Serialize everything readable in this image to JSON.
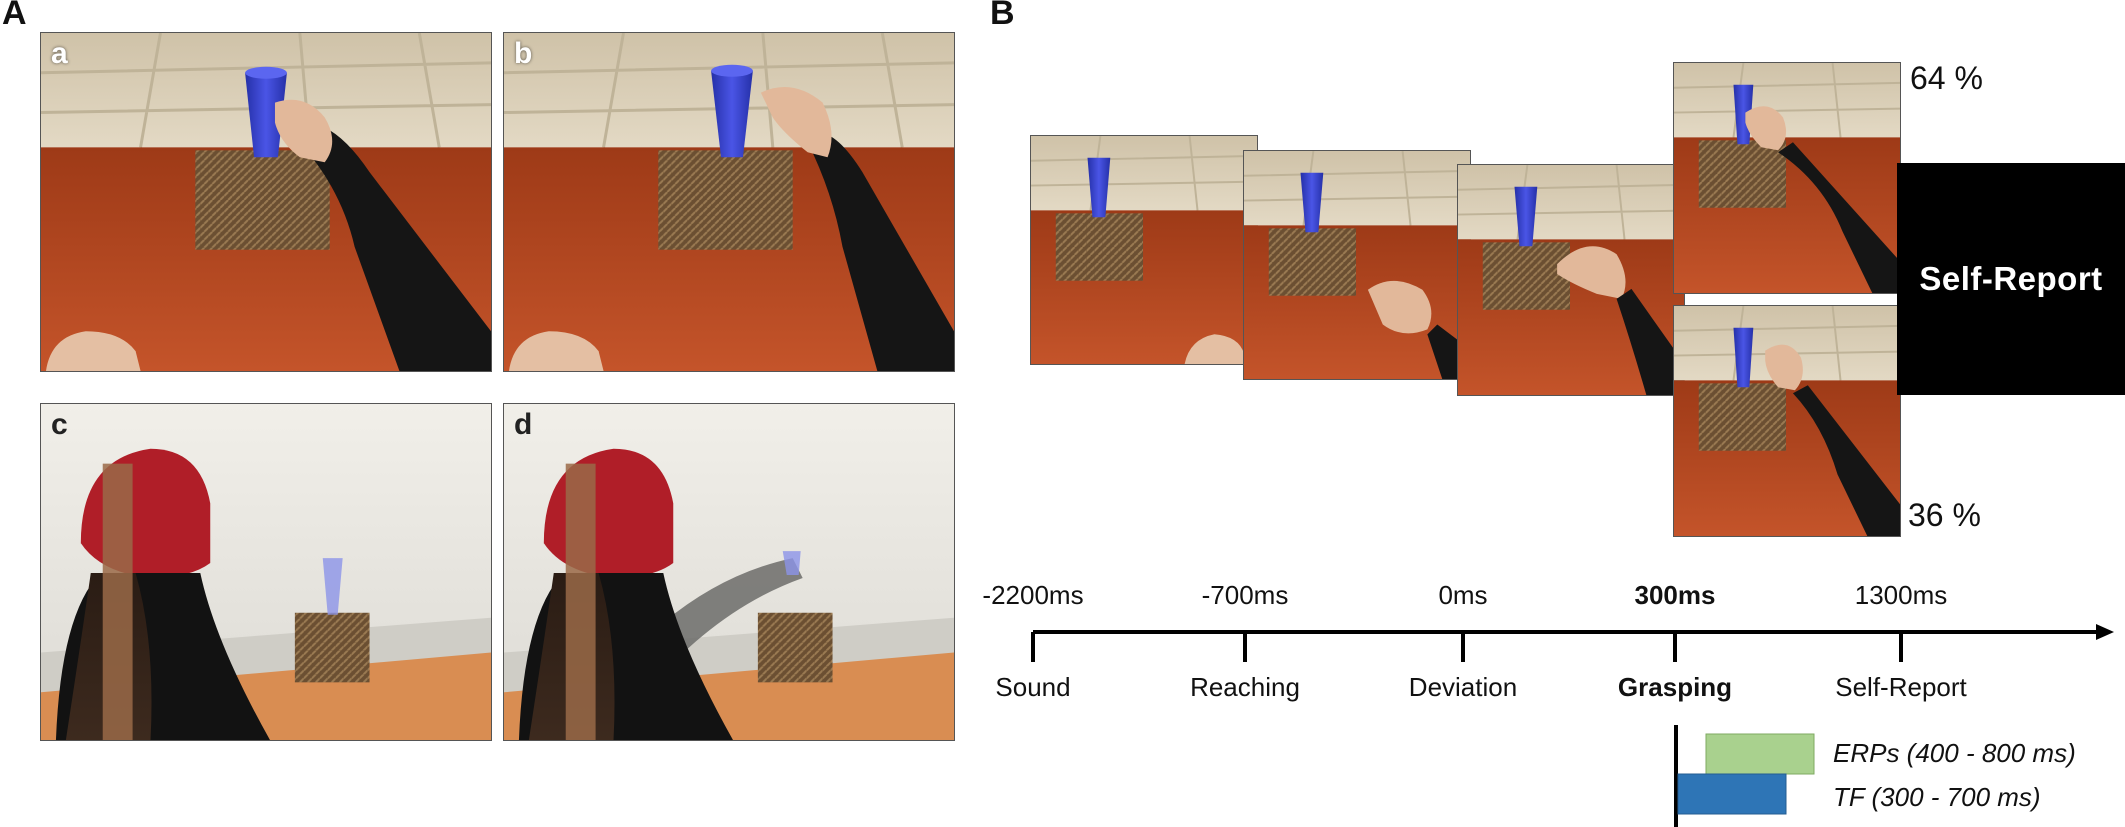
{
  "panels": {
    "a_label": "A",
    "b_label": "B"
  },
  "subpanels": [
    "a",
    "b",
    "c",
    "d"
  ],
  "panel_b": {
    "percent_top": "64 %",
    "percent_bottom": "36 %",
    "self_report_box": "Self-Report"
  },
  "timeline": {
    "events": [
      {
        "time": "-2200ms",
        "label": "Sound",
        "bold": false
      },
      {
        "time": "-700ms",
        "label": "Reaching",
        "bold": false
      },
      {
        "time": "0ms",
        "label": "Deviation",
        "bold": false
      },
      {
        "time": "300ms",
        "label": "Grasping",
        "bold": true
      },
      {
        "time": "1300ms",
        "label": "Self-Report",
        "bold": false
      }
    ]
  },
  "windows": [
    {
      "label": "ERPs (400 - 800 ms)",
      "color": "#a9d18e"
    },
    {
      "label": "TF (300 - 700 ms)",
      "color": "#2e75b6"
    }
  ],
  "colors": {
    "wall": "#d8cbb3",
    "table": "#b5461f",
    "cylinder": "#3b44d4",
    "box": "#7a5a38",
    "sleeve": "#1a1a1a",
    "cap": "#b01e28"
  }
}
